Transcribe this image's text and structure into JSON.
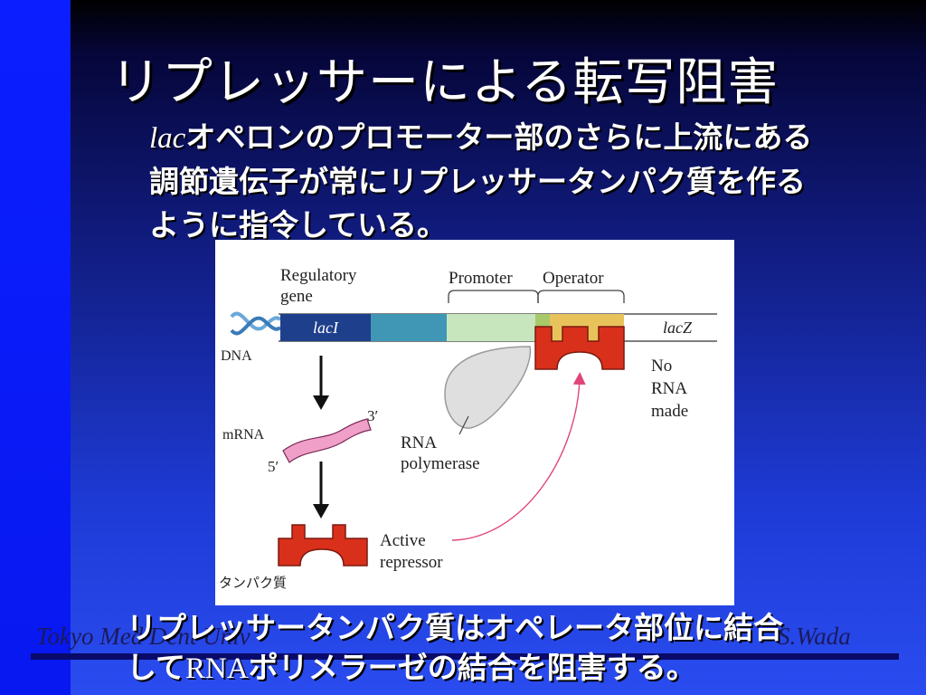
{
  "slide": {
    "title": "リプレッサーによる転写阻害",
    "intro_italic": "lac",
    "intro_line1_rest": "オペロンのプロモーター部のさらに上流にある",
    "intro_line2": "調節遺伝子が常にリプレッサータンパク質を作る",
    "intro_line3": "ように指令している。",
    "summary_line1": "リプレッサータンパク質はオペレータ部位に結合",
    "summary_line2_a": "して",
    "summary_line2_rna": "RNA",
    "summary_line2_b": "ポリメラーゼの結合を阻害する。",
    "footer_left": "Tokyo Med Dent Univ",
    "footer_right": "S.Wada"
  },
  "figure": {
    "regulatory_gene_line1": "Regulatory",
    "regulatory_gene_line2": "gene",
    "laci_label": "lacI",
    "dna_label": "DNA",
    "promoter_label": "Promoter",
    "operator_label": "Operator",
    "lacz_label": "lacZ",
    "no_rna_line1": "No",
    "no_rna_line2": "RNA",
    "no_rna_line3": "made",
    "mrna_label": "mRNA",
    "three_prime": "3′",
    "five_prime": "5′",
    "rna_pol_line1": "RNA",
    "rna_pol_line2": "polymerase",
    "active_line1": "Active",
    "active_line2": "repressor",
    "protein_label": "タンパク質"
  },
  "colors": {
    "laci_block": "#1e3f8c",
    "second_block": "#3f97b5",
    "promoter_block": "#c7e6be",
    "operator_block": "#e8c35c",
    "repressor": "#d9301c",
    "mrna": "#f0a0c8",
    "arrow_pink": "#e0457a"
  }
}
